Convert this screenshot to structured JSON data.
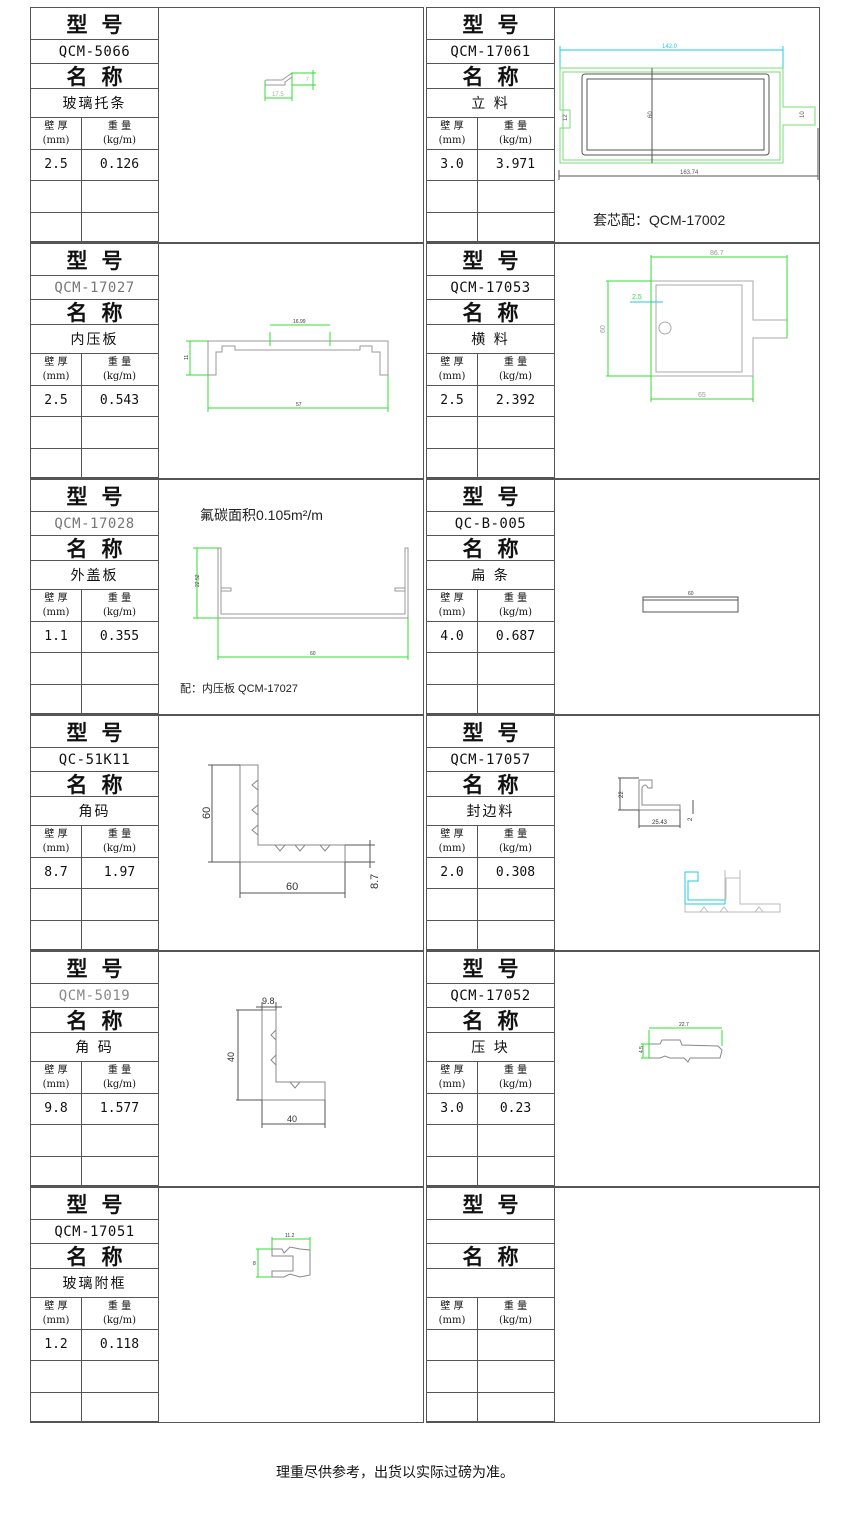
{
  "labels": {
    "model_header": "型号",
    "name_header": "名称",
    "wall": "壁 厚",
    "wall_unit": "(mm)",
    "weight": "重 量",
    "weight_unit": "(kg/m)"
  },
  "cells": [
    {
      "model": "QCM-5066",
      "name": "玻璃托条",
      "wall": "2.5",
      "weight": "0.126",
      "model_color": "#111"
    },
    {
      "model": "QCM-17061",
      "name": "立 料",
      "wall": "3.0",
      "weight": "3.971",
      "model_color": "#111"
    },
    {
      "model": "QCM-17027",
      "name": "内压板",
      "wall": "2.5",
      "weight": "0.543",
      "model_color": "#777"
    },
    {
      "model": "QCM-17053",
      "name": "横 料",
      "wall": "2.5",
      "weight": "2.392",
      "model_color": "#111"
    },
    {
      "model": "QCM-17028",
      "name": "外盖板",
      "wall": "1.1",
      "weight": "0.355",
      "model_color": "#777"
    },
    {
      "model": "QC-B-005",
      "name": "扁 条",
      "wall": "4.0",
      "weight": "0.687",
      "model_color": "#111"
    },
    {
      "model": "QC-51K11",
      "name": "角码",
      "wall": "8.7",
      "weight": "1.97",
      "model_color": "#111"
    },
    {
      "model": "QCM-17057",
      "name": "封边料",
      "wall": "2.0",
      "weight": "0.308",
      "model_color": "#111"
    },
    {
      "model": "QCM-5019",
      "name": "角 码",
      "wall": "9.8",
      "weight": "1.577",
      "model_color": "#888"
    },
    {
      "model": "QCM-17052",
      "name": "压 块",
      "wall": "3.0",
      "weight": "0.23",
      "model_color": "#111"
    },
    {
      "model": "QCM-17051",
      "name": "玻璃附框",
      "wall": "1.2",
      "weight": "0.118",
      "model_color": "#111"
    },
    {
      "model": "",
      "name": "",
      "wall": "",
      "weight": "",
      "model_color": "#111"
    }
  ],
  "drawings": {
    "d5066": {
      "w": "17.5",
      "h": "7"
    },
    "d17061": {
      "top": "142.0",
      "h": "60",
      "left": "12",
      "right": "10",
      "bottom": "163.74",
      "note": "套芯配：QCM-17002"
    },
    "d17027": {
      "top": "16.99",
      "h": "11",
      "bottom": "57"
    },
    "d17053": {
      "top": "86.7",
      "t": "2.5",
      "h": "60",
      "bottom": "65"
    },
    "d17028": {
      "note": "氟碳面积0.105m²/m",
      "h": "22.52",
      "bottom": "60",
      "pair": "配：内压板 QCM-17027"
    },
    "dqcb005": {
      "w": "60"
    },
    "d51k11": {
      "h": "60",
      "w": "60",
      "t": "8.7"
    },
    "d17057": {
      "h": "22",
      "w": "25.43",
      "t": "2"
    },
    "d5019": {
      "t": "9.8",
      "h": "40",
      "w": "40"
    },
    "d17052": {
      "w": "22.7",
      "h": "4.5"
    },
    "d17051": {
      "w": "11.2",
      "h": "8"
    }
  },
  "colors": {
    "dim": "#33dd33",
    "cyan": "#22d0e0",
    "profile": "#999999"
  },
  "footer": "理重尽供参考，出货以实际过磅为准。"
}
